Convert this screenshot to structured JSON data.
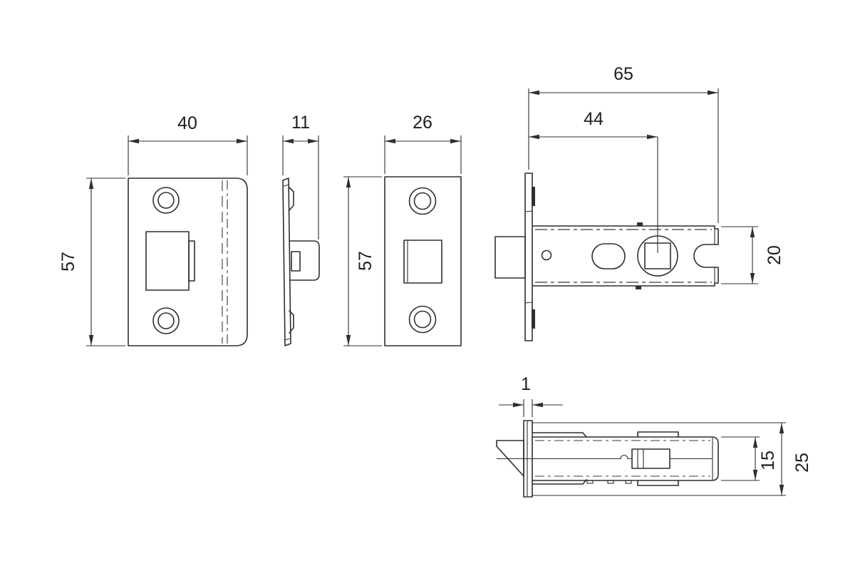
{
  "dimensions": {
    "strike_front_width": "40",
    "strike_front_height": "57",
    "strike_side_depth": "11",
    "forend_width": "26",
    "forend_height": "57",
    "overall_length": "65",
    "backset": "44",
    "case_height": "20",
    "forend_thickness": "1",
    "tube_width": "15",
    "forend_plate_width": "25"
  },
  "colors": {
    "line": "#2f2f2f",
    "text": "#1d1d1d",
    "background": "#ffffff"
  }
}
